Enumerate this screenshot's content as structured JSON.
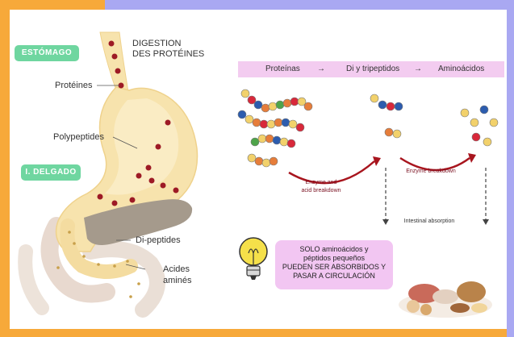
{
  "tags": {
    "estomago": "ESTÓMAGO",
    "delgado": "I. DELGADO"
  },
  "stomach": {
    "title_line1": "DIGESTION",
    "title_line2": "DES PROTÉINES",
    "label_proteines": "Protéines",
    "label_polypeptides": "Polypeptides",
    "label_dipeptides": "Di-peptides",
    "label_acides_line1": "Acides",
    "label_acides_line2": "aminés"
  },
  "flow": {
    "step1": "Proteínas",
    "step2": "Di y tripeptidos",
    "step3": "Aminoácidos",
    "arrow": "→"
  },
  "process": {
    "enzyme_acid_line1": "Enzyme and",
    "enzyme_acid_line2": "acid breakdown",
    "enzyme_breakdown": "Enzyme breakdown",
    "intestinal_absorption": "Intestinal absorption"
  },
  "note": {
    "line1": "SOLO aminoácidos y",
    "line2": "péptidos pequeños",
    "line3": "PUEDEN SER ABSORBIDOS Y",
    "line4": "PASAR A CIRCULACIÓN"
  },
  "colors": {
    "frame_orange": "#f7a93a",
    "frame_lavender": "#a9a8f2",
    "tag_green": "#6fd6a0",
    "stomach": "#f7e3ad",
    "stomach_inner": "#faecc4",
    "pancreas": "#a59a8c",
    "intestine_wall": "#e8d9cf",
    "dot_dark_red": "#9d1a25",
    "arrow_red": "#a8151e",
    "bead_blue": "#2c5cae",
    "bead_red": "#d8283a",
    "bead_yellow": "#f2d16b",
    "bead_orange": "#e67d3a",
    "bead_green": "#4ea44a",
    "note_pink": "#f2c6f2",
    "flowbar_pink": "#f3ccf0",
    "bulb_yellow": "#f5e04a"
  },
  "icons": {
    "bulb": "light-bulb-icon",
    "food": "food-plate-icon",
    "arrow": "curved-arrow-icon"
  }
}
